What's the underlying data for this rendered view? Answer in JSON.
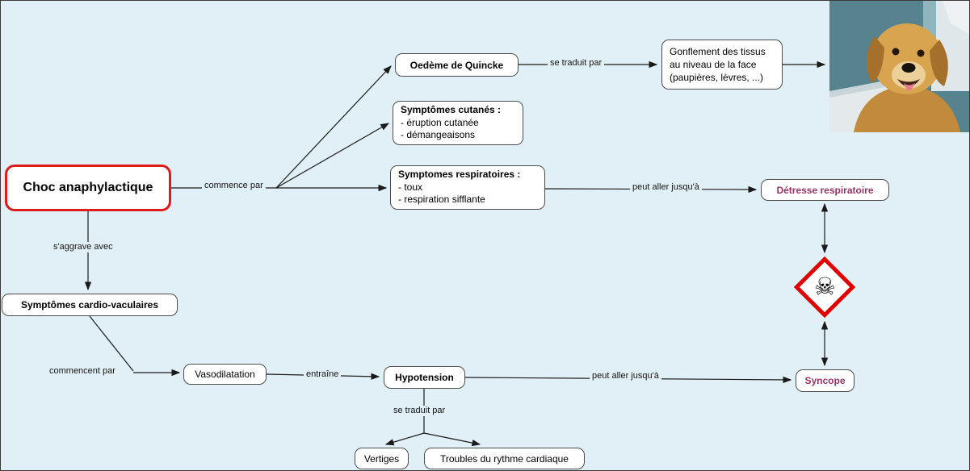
{
  "canvas": {
    "background": "#e0f0f6"
  },
  "colors": {
    "node_border": "#4d4d4d",
    "choc_border": "#df1c1c",
    "emphasis_text": "#993366",
    "hazard_border": "#e00000",
    "line": "#1a1a1a"
  },
  "nodes": {
    "choc": {
      "label": "Choc anaphylactique"
    },
    "oedeme": {
      "label": "Oedème de Quincke"
    },
    "cutanes": {
      "title": "Symptômes cutanés :",
      "items": [
        "- éruption cutanée",
        "- démangeaisons"
      ]
    },
    "respiratoires": {
      "title": "Symptomes respiratoires :",
      "items": [
        "- toux",
        "- respiration sifflante"
      ]
    },
    "gonflement": {
      "label": "Gonflement des tissus\nau niveau de la face\n(paupières, lèvres, ...)"
    },
    "detresse": {
      "label": "Détresse respiratoire"
    },
    "cardio": {
      "label": "Symptômes cardio-vaculaires"
    },
    "vasodilatation": {
      "label": "Vasodilatation"
    },
    "hypotension": {
      "label": "Hypotension"
    },
    "syncope": {
      "label": "Syncope"
    },
    "vertiges": {
      "label": "Vertiges"
    },
    "troubles": {
      "label": "Troubles du rythme cardiaque"
    }
  },
  "edges": {
    "commence_par": "commence par",
    "se_traduit_par_quincke": "se traduit par",
    "peut_aller_respiratoire": "peut aller jusqu'à",
    "s_aggrave_avec": "s'aggrave avec",
    "commencent_par": "commencent par",
    "entraine": "entraîne",
    "peut_aller_syncope": "peut aller jusqu'à",
    "se_traduit_par_hypotension": "se traduit par"
  },
  "icons": {
    "toxic_glyph": "☠"
  }
}
